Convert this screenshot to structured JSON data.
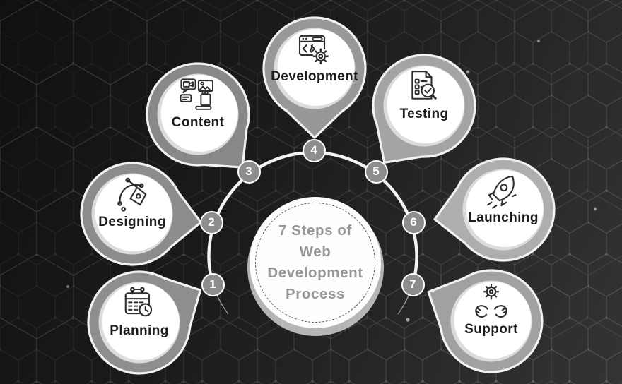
{
  "center": {
    "lines": [
      "7 Steps of",
      "Web",
      "Development",
      "Process"
    ]
  },
  "steps": [
    {
      "num": "1",
      "label": "Planning",
      "icon": "calendar-clock",
      "ring_color": "#8e8e8e"
    },
    {
      "num": "2",
      "label": "Designing",
      "icon": "pen-tool-bezier",
      "ring_color": "#8c8c8c"
    },
    {
      "num": "3",
      "label": "Content",
      "icon": "media-chat-hand",
      "ring_color": "#888888"
    },
    {
      "num": "4",
      "label": "Development",
      "icon": "code-window-gear",
      "ring_color": "#989898"
    },
    {
      "num": "5",
      "label": "Testing",
      "icon": "checklist-magnifier",
      "ring_color": "#a4a4a4"
    },
    {
      "num": "6",
      "label": "Launching",
      "icon": "rocket",
      "ring_color": "#aeaeae"
    },
    {
      "num": "7",
      "label": "Support",
      "icon": "hands-gear",
      "ring_color": "#a1a1a1"
    }
  ],
  "colors": {
    "c-bg1": "#101010",
    "c-bg2": "#343434",
    "c-arc": "#f4f4f4",
    "c-badge": "#8d8d8d",
    "c-label": "#1c1c1c",
    "c-center-text": "#979797",
    "c-hex": "#6f6f6f"
  }
}
